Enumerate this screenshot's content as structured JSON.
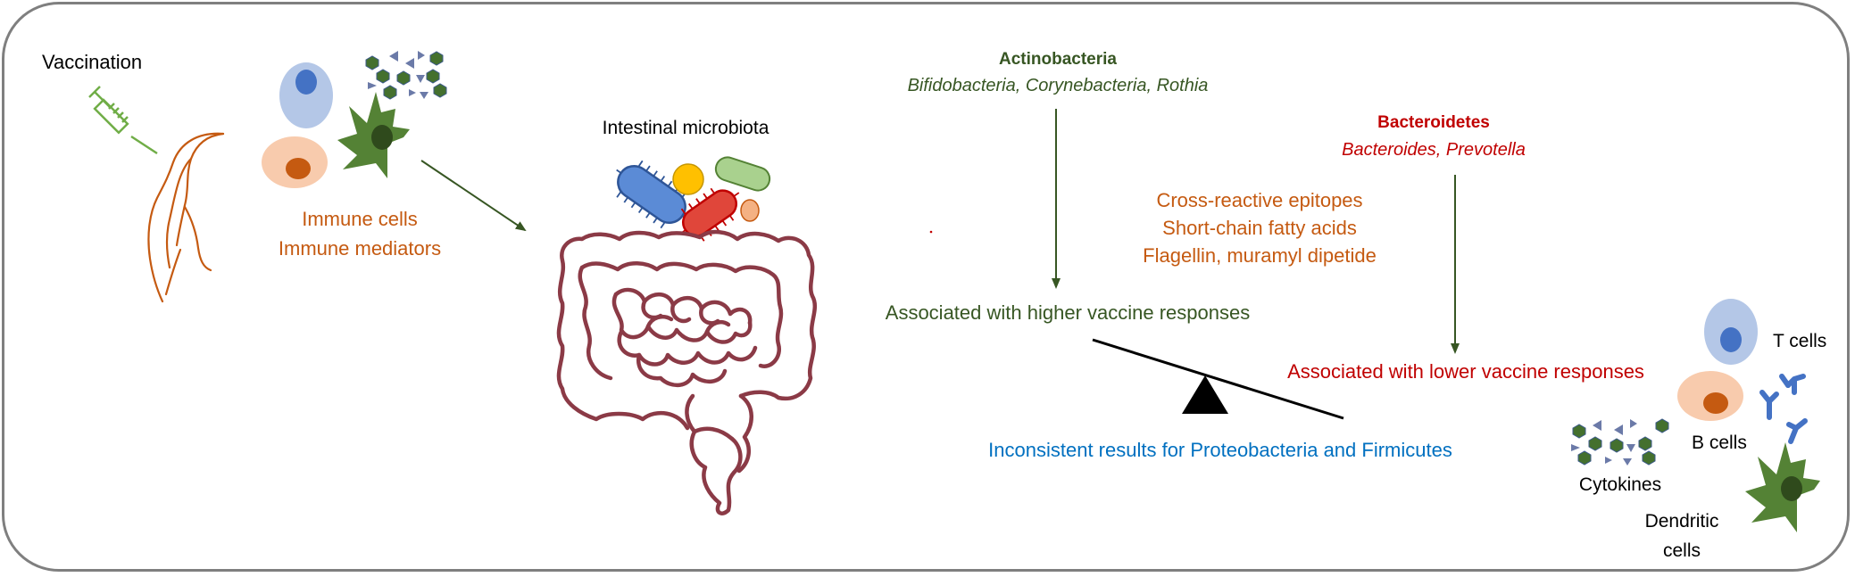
{
  "labels": {
    "vaccination": "Vaccination",
    "immune_cells": "Immune cells",
    "immune_mediators": "Immune mediators",
    "intestinal_microbiota": "Intestinal microbiota",
    "actinobacteria_title": "Actinobacteria",
    "actinobacteria_genera": "Bifidobacteria, Corynebacteria, Rothia",
    "bacteroidetes_title": "Bacteroidetes",
    "bacteroidetes_genera": "Bacteroides, Prevotella",
    "mechanism_1": "Cross-reactive epitopes",
    "mechanism_2": "Short-chain fatty acids",
    "mechanism_3": "Flagellin, muramyl dipetide",
    "higher_responses": "Associated with higher vaccine responses",
    "lower_responses": "Associated with lower vaccine responses",
    "inconsistent": "Inconsistent results for Proteobacteria and Firmicutes",
    "t_cells": "T cells",
    "b_cells": "B cells",
    "cytokines": "Cytokines",
    "dendritic_cells_line1": "Dendritic",
    "dendritic_cells_line2": "cells"
  },
  "colors": {
    "frame": "#7f7f7f",
    "orange_text": "#c55a11",
    "green_text": "#375623",
    "red_text": "#c00000",
    "blue_text": "#0070c0",
    "gut": "#8b3a46",
    "t_cell_fill": "#b4c7e7",
    "t_cell_nucleus": "#4472c4",
    "b_cell_fill": "#f8cbad",
    "b_cell_nucleus": "#c55a11",
    "dendritic": "#548235",
    "dendritic_nucleus": "#2f4a1c",
    "cytokine_hex": "#44702e",
    "cytokine_tri": "#6b7aa8",
    "antibody": "#4472c4",
    "syringe": "#70ad47",
    "body_outline": "#c55a11"
  },
  "icons": [
    "syringe-icon",
    "person-outline-icon",
    "t-cell-icon",
    "b-cell-icon",
    "dendritic-cell-icon",
    "cytokines-icon",
    "bacteria-icon",
    "intestine-icon",
    "seesaw-icon",
    "antibody-icon"
  ]
}
